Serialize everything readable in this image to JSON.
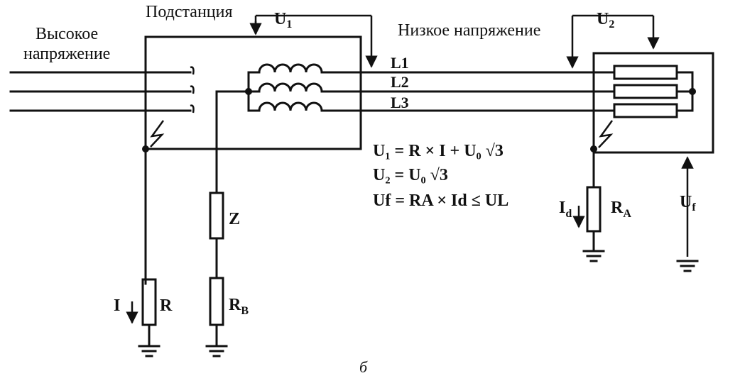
{
  "labels": {
    "high_voltage_line1": "Высокое",
    "high_voltage_line2": "напряжение",
    "substation": "Подстанция",
    "low_voltage": "Низкое напряжение",
    "u1": "U",
    "u1_sub": "1",
    "u2": "U",
    "u2_sub": "2",
    "uf": "U",
    "uf_sub": "f",
    "l1": "L1",
    "l2": "L2",
    "l3": "L3",
    "z": "Z",
    "r": "R",
    "rb": "R",
    "rb_sub": "B",
    "ra": "R",
    "ra_sub": "A",
    "i": "I",
    "id": "I",
    "id_sub": "d",
    "caption": "б"
  },
  "equations": {
    "eq1": "U₁ = R × I + U₀ √3",
    "eq2": "U₂ = U₀ √3",
    "eq3": "Uf = RA × Id ≤ UL"
  }
}
